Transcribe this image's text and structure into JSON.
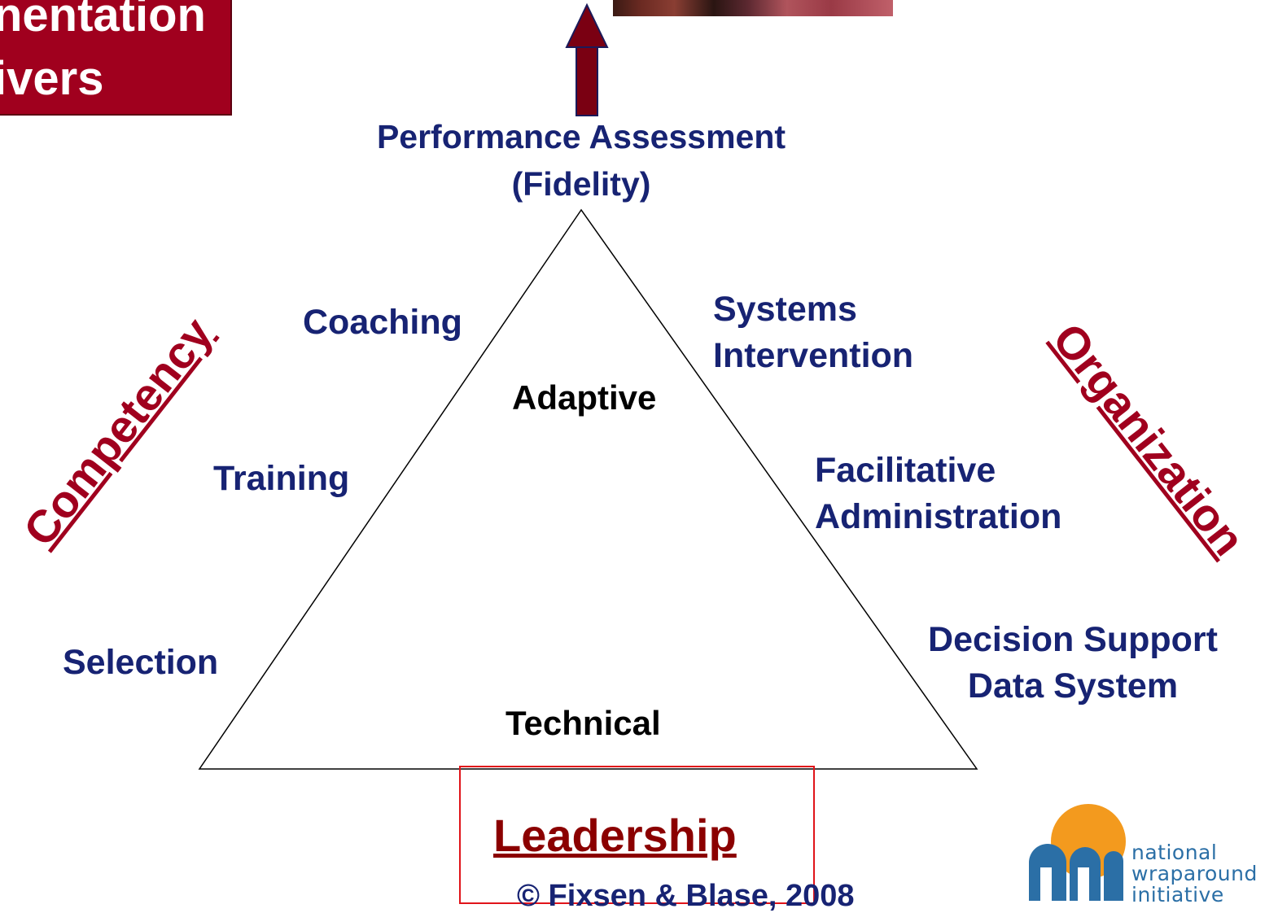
{
  "title": {
    "line1": "nentation",
    "line2": "ivers"
  },
  "top": {
    "label": "Performance Assessment",
    "sub": "(Fidelity)"
  },
  "left_side": {
    "category": "Competency",
    "items": [
      "Coaching",
      "Training",
      "Selection"
    ]
  },
  "right_side": {
    "category": "Organization",
    "items": [
      {
        "line1": "Systems",
        "line2": "Intervention"
      },
      {
        "line1": "Facilitative",
        "line2": "Administration"
      },
      {
        "line1": "Decision Support",
        "line2": "Data System"
      }
    ]
  },
  "inner": {
    "adaptive": "Adaptive",
    "technical": "Technical"
  },
  "bottom": {
    "leadership": "Leadership",
    "copyright": "© Fixsen & Blase, 2008"
  },
  "logo": {
    "line1": "national",
    "line2": "wraparound",
    "line3": "initiative"
  },
  "colors": {
    "accent_red": "#a0001e",
    "navy_text": "#172373",
    "frame_red": "#e0141a",
    "logo_orange": "#f39a1e",
    "logo_blue": "#2b6fa6"
  }
}
